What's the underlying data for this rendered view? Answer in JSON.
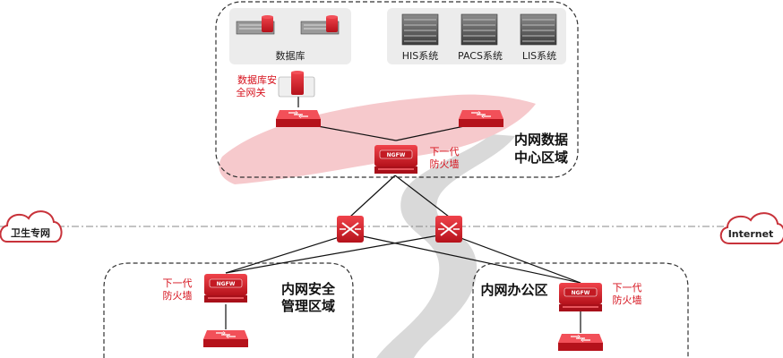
{
  "zones": {
    "datacenter": {
      "title_line1": "内网数据",
      "title_line2": "中心区域"
    },
    "security": {
      "title_line1": "内网安全",
      "title_line2": "管理区域"
    },
    "office": {
      "title": "内网办公区"
    }
  },
  "servers": {
    "database": "数据库",
    "his": "HIS系统",
    "pacs": "PACS系统",
    "lis": "LIS系统"
  },
  "gateway": {
    "line1": "数据库安",
    "line2": "全网关"
  },
  "firewalls": {
    "dc": {
      "line1": "下一代",
      "line2": "防火墙",
      "badge": "NGFW"
    },
    "security": {
      "line1": "下一代",
      "line2": "防火墙",
      "badge": "NGFW"
    },
    "office": {
      "line1": "下一代",
      "line2": "防火墙",
      "badge": "NGFW"
    }
  },
  "clouds": {
    "left": "卫生专网",
    "right": "Internet"
  },
  "colors": {
    "accent": "#d6121d",
    "device_red": "#e0262f",
    "device_dark": "#a8101a",
    "zone_border": "#333333",
    "river": "#d9d9d9",
    "pink_band": "#f6c9cc"
  },
  "icons": {
    "switch": "switch-icon",
    "core_router": "router-icon",
    "firewall": "firewall-icon",
    "server": "server-icon",
    "cloud": "cloud-icon"
  }
}
